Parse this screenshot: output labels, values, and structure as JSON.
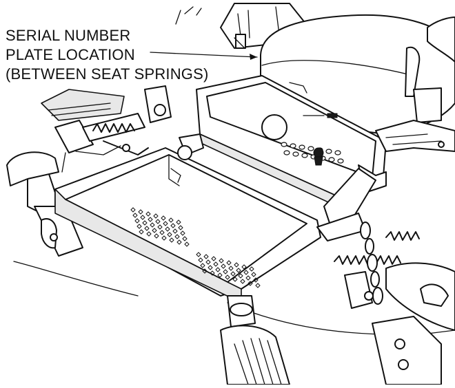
{
  "callout": {
    "line1": "SERIAL NUMBER",
    "line2": "PLATE LOCATION",
    "line3": "(BETWEEN SEAT SPRINGS)"
  }
}
